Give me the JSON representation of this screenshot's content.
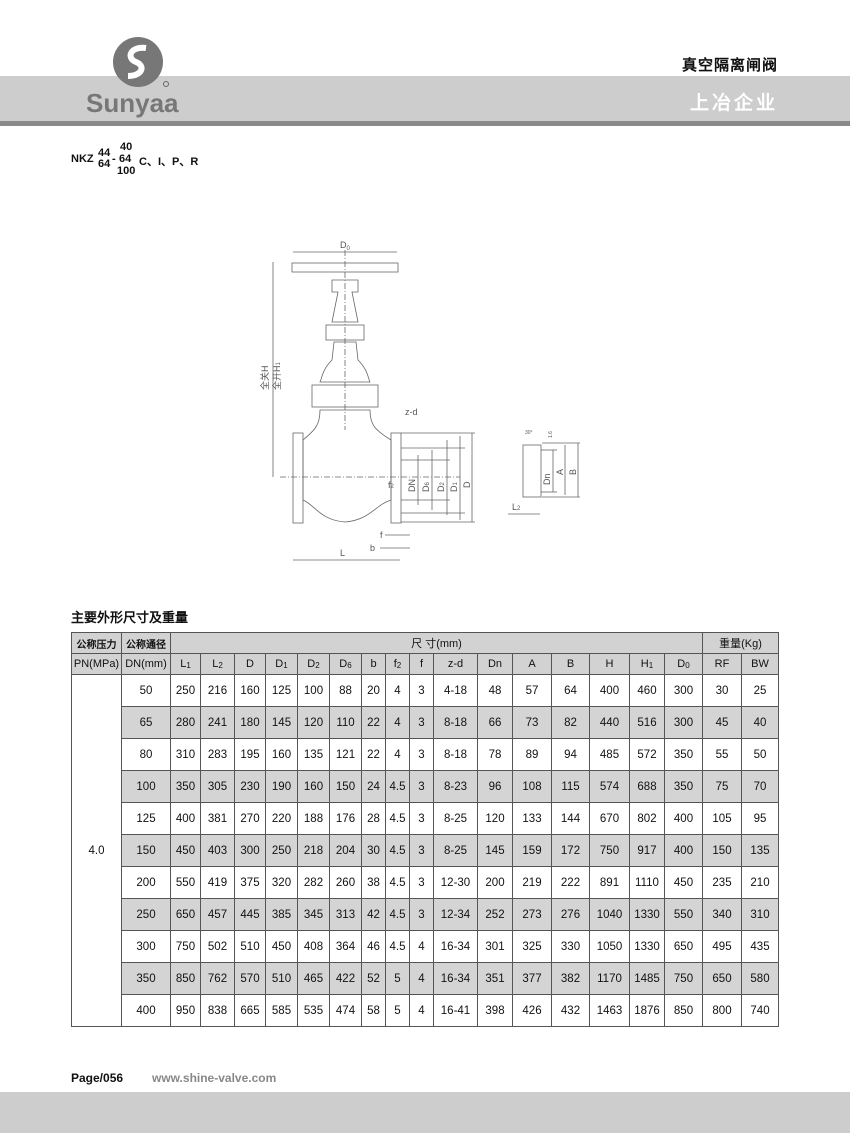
{
  "header": {
    "brand": "Sunyaa",
    "product_title": "真空隔离闸阀",
    "company": "上冶企业"
  },
  "model": {
    "prefix": "NKZ",
    "type_top": "44",
    "type_bottom": "64",
    "dash": "-",
    "pn_top": "40",
    "pn_mid": "64",
    "pn_bottom": "100",
    "materials": "C、I、P、R"
  },
  "drawing": {
    "labels": {
      "D0": {
        "main": "D",
        "sub": "0"
      },
      "H_closed": "全关H",
      "H1_open": {
        "main": "全开H",
        "sub": "1"
      },
      "zd": "z-d",
      "DN": "DN",
      "D6": {
        "main": "D",
        "sub": "6"
      },
      "D2": {
        "main": "D",
        "sub": "2"
      },
      "D1": {
        "main": "D",
        "sub": "1"
      },
      "D": "D",
      "f2": {
        "main": "f",
        "sub": "2"
      },
      "f": "f",
      "b": "b",
      "L": "L",
      "Dn": "Dn",
      "A": "A",
      "B": "B",
      "L2": {
        "main": "L",
        "sub": "2"
      },
      "angle": "30°",
      "lip": "1.6"
    }
  },
  "table": {
    "title": "主要外形尺寸及重量",
    "header": {
      "pn_line1": "公称压力",
      "pn_line2": "PN(MPa)",
      "dn_line1": "公称通径",
      "dn_line2": "DN(mm)",
      "dim_group": "尺 寸(mm)",
      "weight_group": "重量(Kg)",
      "columns": [
        {
          "main": "L",
          "sub": "1"
        },
        {
          "main": "L",
          "sub": "2"
        },
        {
          "main": "D",
          "sub": ""
        },
        {
          "main": "D",
          "sub": "1"
        },
        {
          "main": "D",
          "sub": "2"
        },
        {
          "main": "D",
          "sub": "6"
        },
        {
          "main": "b",
          "sub": ""
        },
        {
          "main": "f",
          "sub": "2"
        },
        {
          "main": "f",
          "sub": ""
        },
        {
          "main": "z-d",
          "sub": ""
        },
        {
          "main": "Dn",
          "sub": ""
        },
        {
          "main": "A",
          "sub": ""
        },
        {
          "main": "B",
          "sub": ""
        },
        {
          "main": "H",
          "sub": ""
        },
        {
          "main": "H",
          "sub": "1"
        },
        {
          "main": "D",
          "sub": "0"
        },
        {
          "main": "RF",
          "sub": ""
        },
        {
          "main": "BW",
          "sub": ""
        }
      ]
    },
    "pn": "4.0",
    "rows": [
      [
        "50",
        "250",
        "216",
        "160",
        "125",
        "100",
        "88",
        "20",
        "4",
        "3",
        "4-18",
        "48",
        "57",
        "64",
        "400",
        "460",
        "300",
        "30",
        "25"
      ],
      [
        "65",
        "280",
        "241",
        "180",
        "145",
        "120",
        "110",
        "22",
        "4",
        "3",
        "8-18",
        "66",
        "73",
        "82",
        "440",
        "516",
        "300",
        "45",
        "40"
      ],
      [
        "80",
        "310",
        "283",
        "195",
        "160",
        "135",
        "121",
        "22",
        "4",
        "3",
        "8-18",
        "78",
        "89",
        "94",
        "485",
        "572",
        "350",
        "55",
        "50"
      ],
      [
        "100",
        "350",
        "305",
        "230",
        "190",
        "160",
        "150",
        "24",
        "4.5",
        "3",
        "8-23",
        "96",
        "108",
        "115",
        "574",
        "688",
        "350",
        "75",
        "70"
      ],
      [
        "125",
        "400",
        "381",
        "270",
        "220",
        "188",
        "176",
        "28",
        "4.5",
        "3",
        "8-25",
        "120",
        "133",
        "144",
        "670",
        "802",
        "400",
        "105",
        "95"
      ],
      [
        "150",
        "450",
        "403",
        "300",
        "250",
        "218",
        "204",
        "30",
        "4.5",
        "3",
        "8-25",
        "145",
        "159",
        "172",
        "750",
        "917",
        "400",
        "150",
        "135"
      ],
      [
        "200",
        "550",
        "419",
        "375",
        "320",
        "282",
        "260",
        "38",
        "4.5",
        "3",
        "12-30",
        "200",
        "219",
        "222",
        "891",
        "1110",
        "450",
        "235",
        "210"
      ],
      [
        "250",
        "650",
        "457",
        "445",
        "385",
        "345",
        "313",
        "42",
        "4.5",
        "3",
        "12-34",
        "252",
        "273",
        "276",
        "1040",
        "1330",
        "550",
        "340",
        "310"
      ],
      [
        "300",
        "750",
        "502",
        "510",
        "450",
        "408",
        "364",
        "46",
        "4.5",
        "4",
        "16-34",
        "301",
        "325",
        "330",
        "1050",
        "1330",
        "650",
        "495",
        "435"
      ],
      [
        "350",
        "850",
        "762",
        "570",
        "510",
        "465",
        "422",
        "52",
        "5",
        "4",
        "16-34",
        "351",
        "377",
        "382",
        "1170",
        "1485",
        "750",
        "650",
        "580"
      ],
      [
        "400",
        "950",
        "838",
        "665",
        "585",
        "535",
        "474",
        "58",
        "5",
        "4",
        "16-41",
        "398",
        "426",
        "432",
        "1463",
        "1876",
        "850",
        "800",
        "740"
      ]
    ]
  },
  "footer": {
    "page": "Page/056",
    "url": "www.shine-valve.com"
  },
  "colors": {
    "band": "#cdcdcd",
    "band_line": "#8a8a8a",
    "row_shade": "#d4d4d4",
    "url": "#888888"
  }
}
